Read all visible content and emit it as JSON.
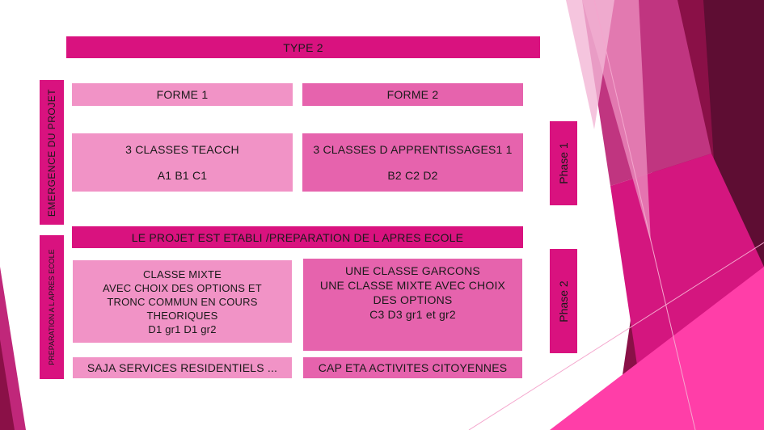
{
  "type_header": "TYPE 2",
  "left_labels": {
    "emergence": "EMERGENCE  DU  PROJET",
    "preparation": "PREPARATION A L APRES ECOLE"
  },
  "forms": {
    "forme1": "FORME 1",
    "forme2": "FORME 2"
  },
  "phase1": {
    "left": {
      "line1": "3 CLASSES TEACCH",
      "line2": "A1  B1  C1"
    },
    "right": {
      "line1": "3 CLASSES D APPRENTISSAGES1 1",
      "line2": "B2 C2 D2"
    }
  },
  "projet_banner": "LE PROJET EST ETABLI /PREPARATION DE L APRES ECOLE",
  "phase2": {
    "left": [
      "CLASSE MIXTE",
      "AVEC CHOIX DES OPTIONS ET",
      "TRONC COMMUN EN COURS",
      "THEORIQUES",
      "D1 gr1 D1 gr2"
    ],
    "right": [
      "UNE CLASSE GARCONS",
      "UNE CLASSE MIXTE AVEC CHOIX",
      "DES OPTIONS",
      "C3  D3 gr1  et  gr2"
    ]
  },
  "bottom": {
    "left": "SAJA SERVICES RESIDENTIELS ...",
    "right": "CAP ETA ACTIVITES CITOYENNES"
  },
  "phase_labels": {
    "p1": "Phase 1",
    "p2": "Phase 2"
  },
  "colors": {
    "hot": "#d9127f",
    "mid": "#e663ad",
    "light": "#f193c6"
  }
}
